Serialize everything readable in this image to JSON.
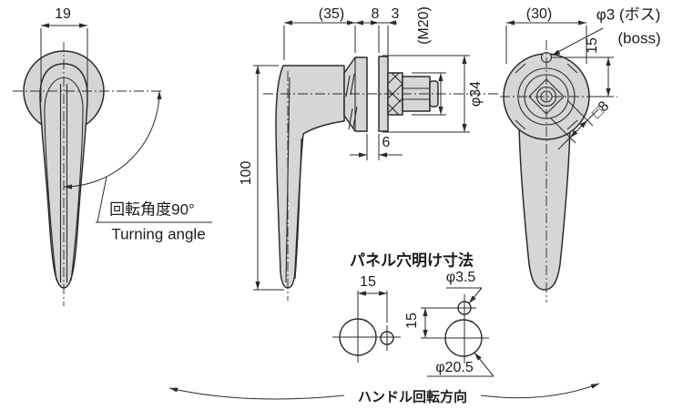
{
  "colors": {
    "background": "#ffffff",
    "line": "#2b2b2b",
    "part_fill": "#d6d6d6",
    "text": "#1c1c1c"
  },
  "front_view": {
    "width_dim": "19",
    "turning_angle_jp": "回転角度90°",
    "turning_angle_en": "Turning angle"
  },
  "side_view": {
    "projection_dim": "(35)",
    "flange_dim": "8",
    "washer_dim": "3",
    "thread_label": "(M20)",
    "length_dim": "100",
    "flange_dia": "φ34",
    "panel_gap_dim": "6"
  },
  "rear_view": {
    "width_dim": "(30)",
    "boss_label_jp": "φ3 (ボス)",
    "boss_label_en": "(boss)",
    "boss_offset_dim": "15",
    "square_dim": "□8"
  },
  "panel_layout": {
    "title": "パネル穴明け寸法",
    "hole_spacing_h": "15",
    "hole_spacing_v": "15",
    "small_hole_dia": "φ3.5",
    "large_hole_dia": "φ20.5"
  },
  "rotation_note": "ハンドル回転方向"
}
